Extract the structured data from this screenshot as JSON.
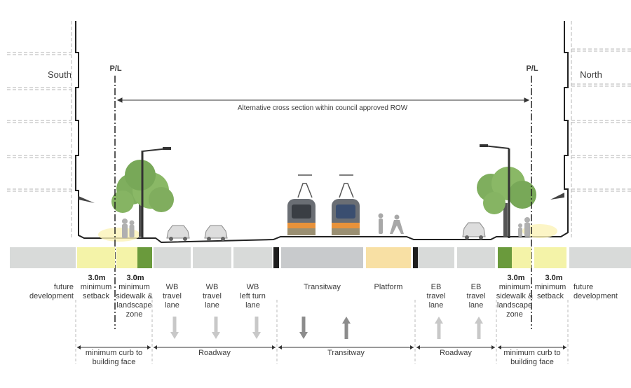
{
  "sides": {
    "south": "South",
    "north": "North"
  },
  "property_line": {
    "left": "P/L",
    "right": "P/L"
  },
  "row_label": "Alternative cross section within council approved ROW",
  "measurements": {
    "left_setback": "3.0m",
    "left_sidewalk": "3.0m",
    "right_sidewalk": "3.0m",
    "right_setback": "3.0m"
  },
  "zones": [
    {
      "label": "future\ndevelopment",
      "color": "#d8dad9"
    },
    {
      "label": "minimum\nsetback",
      "color": "#f4f3a8"
    },
    {
      "label": "minimum\nsidewalk &\nlandscape\nzone",
      "color": "#f4f3a8"
    },
    {
      "label": "WB\ntravel\nlane",
      "color": "#d8dad9"
    },
    {
      "label": "WB\ntravel\nlane",
      "color": "#d8dad9"
    },
    {
      "label": "WB\nleft turn\nlane",
      "color": "#d8dad9"
    },
    {
      "label": "Transitway",
      "color": "#c8cacc"
    },
    {
      "label": "Platform",
      "color": "#f8e0a4"
    },
    {
      "label": "EB\ntravel\nlane",
      "color": "#d8dad9"
    },
    {
      "label": "EB\ntravel\nlane",
      "color": "#d8dad9"
    },
    {
      "label": "minimum\nsidewalk &\nlandscape\nzone",
      "color": "#f4f3a8"
    },
    {
      "label": "minimum\nsetback",
      "color": "#f4f3a8"
    },
    {
      "label": "future\ndevelopment",
      "color": "#d8dad9"
    }
  ],
  "groups": [
    {
      "label": "minimum curb to\nbuilding face"
    },
    {
      "label": "Roadway"
    },
    {
      "label": "Transitway"
    },
    {
      "label": "Roadway"
    },
    {
      "label": "minimum curb to\nbuilding face"
    }
  ],
  "colors": {
    "landscape": "#6a9a3c",
    "separator": "#1e1e1e",
    "tree": "#7fae5e",
    "arrow": "#c8c8c8",
    "arrow_dark": "#8c8c8c"
  }
}
